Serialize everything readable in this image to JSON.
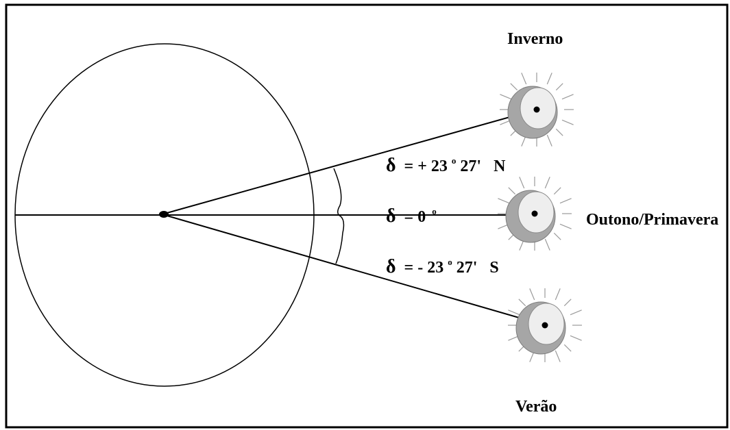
{
  "seasons": {
    "winter": "Inverno",
    "equinox": "Outono/Primavera",
    "summer": "Verão"
  },
  "declinations": {
    "north": {
      "symbol": "δ",
      "sign": "= + ",
      "deg": "23",
      "deg_mark": "o",
      "min": "27'",
      "hemisphere": "N"
    },
    "zero": {
      "symbol": "δ",
      "sign": "= ",
      "deg": "0",
      "deg_mark": "o"
    },
    "south": {
      "symbol": "δ",
      "sign": "= - ",
      "deg": "23",
      "deg_mark": "o",
      "min": "27'",
      "hemisphere": "S"
    }
  },
  "colors": {
    "line": "#000000",
    "sun_halo": "#a6a6a6",
    "sun_face": "#eeeeee",
    "background": "#ffffff"
  }
}
